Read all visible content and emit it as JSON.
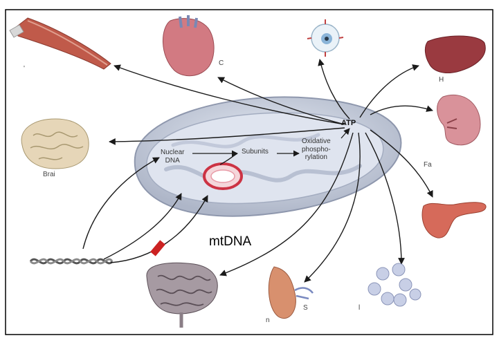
{
  "labels": {
    "atp": "ATP",
    "nuclear_dna_line1": "Nuclear",
    "nuclear_dna_line2": "DNA",
    "subunits": "Subunits",
    "oxphos_line1": "Oxidative",
    "oxphos_line2": "phospho-",
    "oxphos_line3": "rylation",
    "mtdna": "mtDNA"
  },
  "fragments": {
    "heart_fragment": "C",
    "liver_fragment": "H",
    "kidney_fragment": "Fa",
    "brain_fragment": "Brai",
    "muscle_fragment": "'",
    "ear_fragment": "S",
    "blood_fragment": "l",
    "gut_fragment": "n"
  },
  "colors": {
    "mito_outer": "#aeb6c8",
    "mito_inner": "#d4dae8",
    "mito_cristae": "#e8ecf4",
    "arrow": "#1a1a1a",
    "mtdna_ring": "#cc3344",
    "blocker": "#cc2222",
    "muscle": "#c05a4a",
    "heart": "#d27a82",
    "eye": "#8ab4d8",
    "liver": "#9a3a40",
    "kidney": "#d9929a",
    "brain": "#e6d6b8",
    "pancreas": "#d66a5a",
    "ear": "#d8906e",
    "intestine": "#a69aa2",
    "blood_cells": "#c8cfe6"
  },
  "icons": [
    "muscle-icon",
    "heart-icon",
    "eye-icon",
    "liver-icon",
    "kidney-icon",
    "brain-icon",
    "pancreas-icon",
    "ear-icon",
    "intestine-icon",
    "blood-cells-icon",
    "dna-helix-icon",
    "mitochondrion-icon"
  ]
}
